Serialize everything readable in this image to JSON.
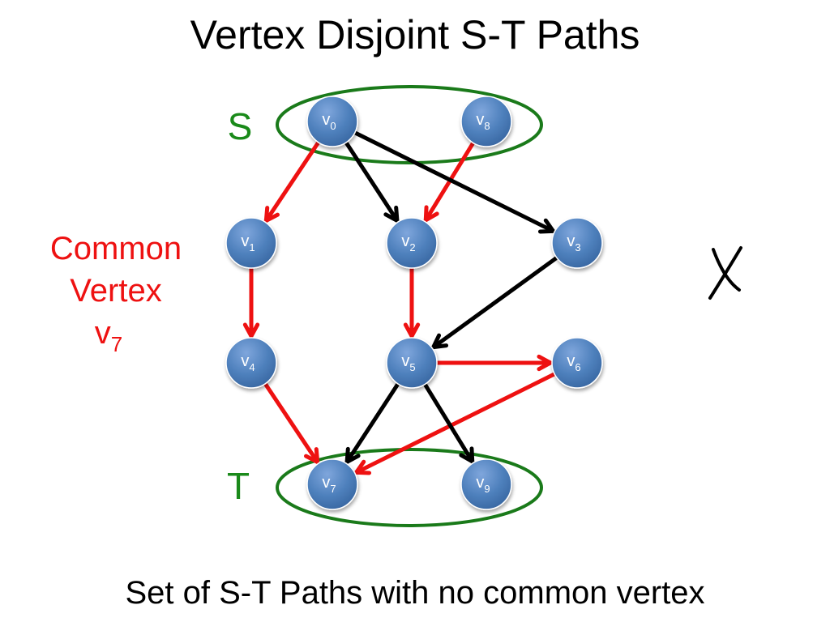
{
  "title": "Vertex Disjoint S-T Paths",
  "caption": "Set of S-T Paths with no common vertex",
  "source_label": "S",
  "sink_label": "T",
  "annotation": {
    "line1": "Common",
    "line2": "Vertex",
    "vertex_base": "v",
    "vertex_sub": "7"
  },
  "mark": "X",
  "colors": {
    "node_fill": "#4f81bd",
    "group_outline": "#1a7a1a",
    "red_edge": "#ee1111",
    "black_edge": "#000000",
    "annotation_text": "#ee1111",
    "st_label": "#1a8a1a"
  },
  "nodes": [
    {
      "id": "v0",
      "base": "v",
      "sub": "0"
    },
    {
      "id": "v8",
      "base": "v",
      "sub": "8"
    },
    {
      "id": "v1",
      "base": "v",
      "sub": "1"
    },
    {
      "id": "v2",
      "base": "v",
      "sub": "2"
    },
    {
      "id": "v3",
      "base": "v",
      "sub": "3"
    },
    {
      "id": "v4",
      "base": "v",
      "sub": "4"
    },
    {
      "id": "v5",
      "base": "v",
      "sub": "5"
    },
    {
      "id": "v6",
      "base": "v",
      "sub": "6"
    },
    {
      "id": "v7",
      "base": "v",
      "sub": "7"
    },
    {
      "id": "v9",
      "base": "v",
      "sub": "9"
    }
  ],
  "edges": [
    {
      "from": "v0",
      "to": "v1",
      "color": "red"
    },
    {
      "from": "v8",
      "to": "v2",
      "color": "red"
    },
    {
      "from": "v1",
      "to": "v4",
      "color": "red"
    },
    {
      "from": "v2",
      "to": "v5",
      "color": "red"
    },
    {
      "from": "v4",
      "to": "v7",
      "color": "red"
    },
    {
      "from": "v5",
      "to": "v6",
      "color": "red"
    },
    {
      "from": "v6",
      "to": "v7",
      "color": "red"
    },
    {
      "from": "v0",
      "to": "v2",
      "color": "black"
    },
    {
      "from": "v0",
      "to": "v3",
      "color": "black"
    },
    {
      "from": "v3",
      "to": "v5",
      "color": "black"
    },
    {
      "from": "v5",
      "to": "v7",
      "color": "black"
    },
    {
      "from": "v5",
      "to": "v9",
      "color": "black"
    }
  ],
  "groups": [
    {
      "name": "S",
      "members": [
        "v0",
        "v8"
      ]
    },
    {
      "name": "T",
      "members": [
        "v7",
        "v9"
      ]
    }
  ]
}
